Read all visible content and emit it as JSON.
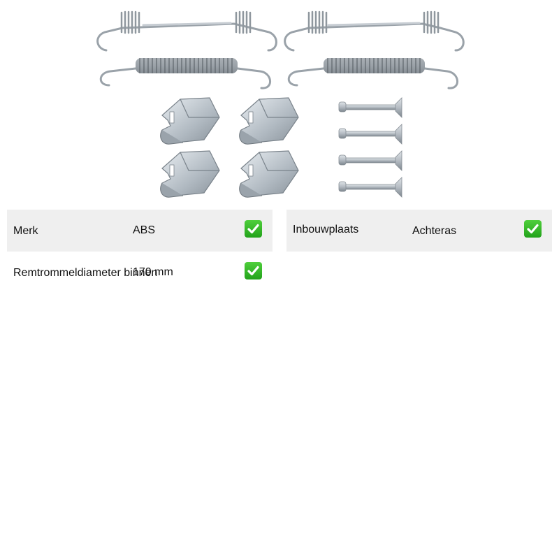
{
  "product": {
    "image_icon": "brake-shoe-accessory-kit-image",
    "colors": {
      "metal": "#b5bcc3",
      "metal_dark": "#6f777e",
      "spring": "#8d949a"
    }
  },
  "specs": [
    {
      "label": "Merk",
      "value": "ABS",
      "icon": "check-icon"
    },
    {
      "label": "Inbouwplaats",
      "value": "Achteras",
      "icon": "check-icon"
    },
    {
      "label": "Remtrommeldiameter binnen",
      "value": "170 mm",
      "icon": "check-icon"
    }
  ],
  "colors": {
    "row_background": "#efefef",
    "check_green": "#2fb526"
  }
}
